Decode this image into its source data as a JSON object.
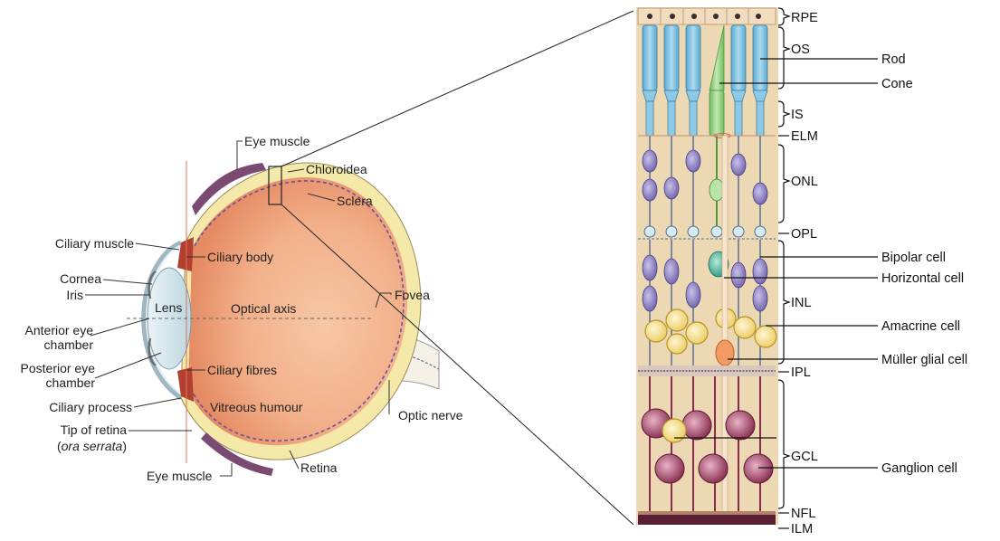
{
  "eye_labels": {
    "eye_muscle_top": "Eye muscle",
    "chloroidea": "Chloroidea",
    "sclera": "Sclera",
    "ciliary_muscle": "Ciliary muscle",
    "ciliary_body": "Ciliary body",
    "cornea": "Cornea",
    "iris": "Iris",
    "lens": "Lens",
    "optical_axis": "Optical axis",
    "fovea": "Fovea",
    "anterior_chamber_1": "Anterior eye",
    "anterior_chamber_2": "chamber",
    "posterior_chamber_1": "Posterior eye",
    "posterior_chamber_2": "chamber",
    "ciliary_fibres": "Ciliary fibres",
    "ciliary_process": "Ciliary process",
    "vitreous_humour": "Vitreous humour",
    "optic_nerve": "Optic nerve",
    "tip_of_retina": "Tip of retina",
    "ora_serrata_open": "(",
    "ora_serrata": "ora serrata",
    "ora_serrata_close": ")",
    "eye_muscle_bottom": "Eye muscle",
    "retina": "Retina"
  },
  "layer_labels": [
    "RPE",
    "OS",
    "IS",
    "ELM",
    "ONL",
    "OPL",
    "INL",
    "IPL",
    "GCL",
    "NFL",
    "ILM"
  ],
  "cell_labels": [
    "Rod",
    "Cone",
    "Bipolar cell",
    "Horizontal cell",
    "Amacrine cell",
    "Müller glial cell",
    "Ganglion cell"
  ],
  "colors": {
    "sclera": "#f4e9a8",
    "eyeball": "#f2b48f",
    "lens": "#cfe3ea",
    "muscle": "#7a4a72",
    "retina_bg": "#ecd9b4",
    "rod_outer": "#8ec9e6",
    "cone": "#9bd18c",
    "bipolar": "#7d6fb3",
    "horizontal": "#3faf93",
    "amacrine": "#f2dc7a",
    "muller": "#f19a63",
    "ganglion": "#8c2b4f",
    "ilm": "#5a1f33"
  }
}
